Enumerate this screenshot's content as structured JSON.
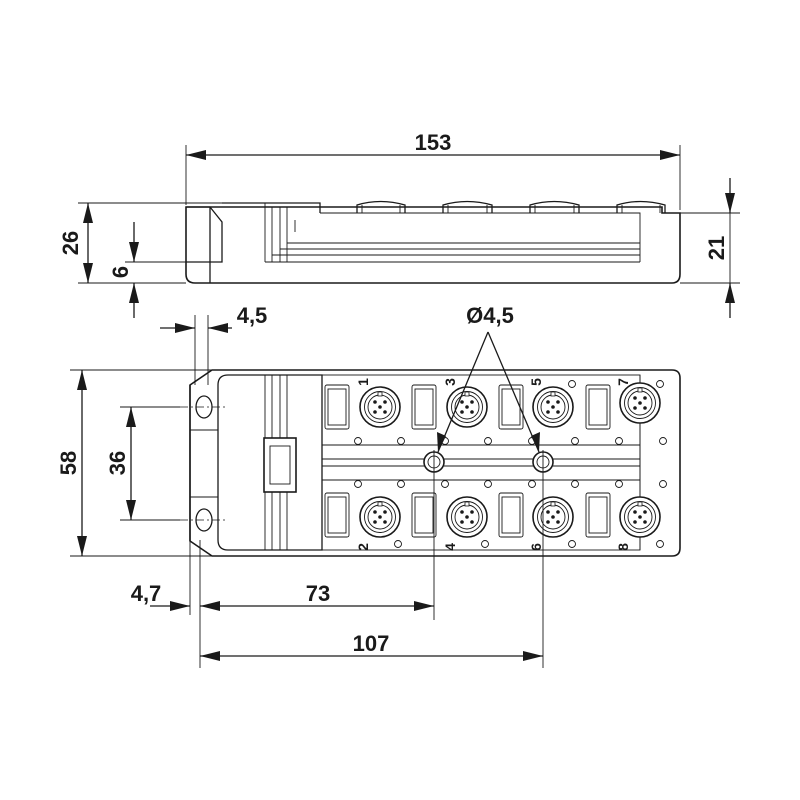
{
  "dimensions": {
    "overall_length": "153",
    "side_height": "26",
    "base_height": "6",
    "connector_height": "21",
    "slot_width": "4,5",
    "hole_diameter": "Ø4,5",
    "overall_width": "58",
    "hole_spacing": "36",
    "edge_offset": "4,7",
    "hole_distance_1": "73",
    "hole_distance_2": "107"
  },
  "ports": [
    {
      "label": "1"
    },
    {
      "label": "2"
    },
    {
      "label": "3"
    },
    {
      "label": "4"
    },
    {
      "label": "5"
    },
    {
      "label": "6"
    },
    {
      "label": "7"
    },
    {
      "label": "8"
    }
  ]
}
